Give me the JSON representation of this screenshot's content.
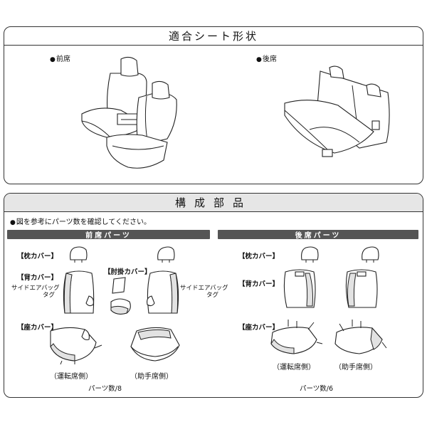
{
  "shape_section": {
    "title": "適合シート形状",
    "front_label": "前席",
    "rear_label": "後席"
  },
  "parts_section": {
    "title": "構成部品",
    "instruction": "図を参考にパーツ数を確認してください。",
    "front": {
      "banner": "前席パーツ",
      "headrest_label": "【枕カバー】",
      "back_label": "【背カバー】",
      "armrest_label": "【肘掛カバー】",
      "seat_label": "【座カバー】",
      "airbag_left": "サイドエアバッグ",
      "airbag_left_2": "タグ",
      "airbag_right": "サイドエアバッグ",
      "airbag_right_2": "タグ",
      "driver_label": "（運転席側）",
      "passenger_label": "（助手席側）",
      "count": "パーツ数/8"
    },
    "rear": {
      "banner": "後席パーツ",
      "headrest_label": "【枕カバー】",
      "back_label": "【背カバー】",
      "seat_label": "【座カバー】",
      "driver_label": "（運転席側）",
      "passenger_label": "（助手席側）",
      "count": "パーツ数/6"
    }
  },
  "icons": [
    "front-seat-illustration",
    "rear-seat-illustration",
    "headrest-cover-icon",
    "seatback-cover-icon",
    "armrest-cover-icon",
    "seat-cushion-cover-icon"
  ]
}
